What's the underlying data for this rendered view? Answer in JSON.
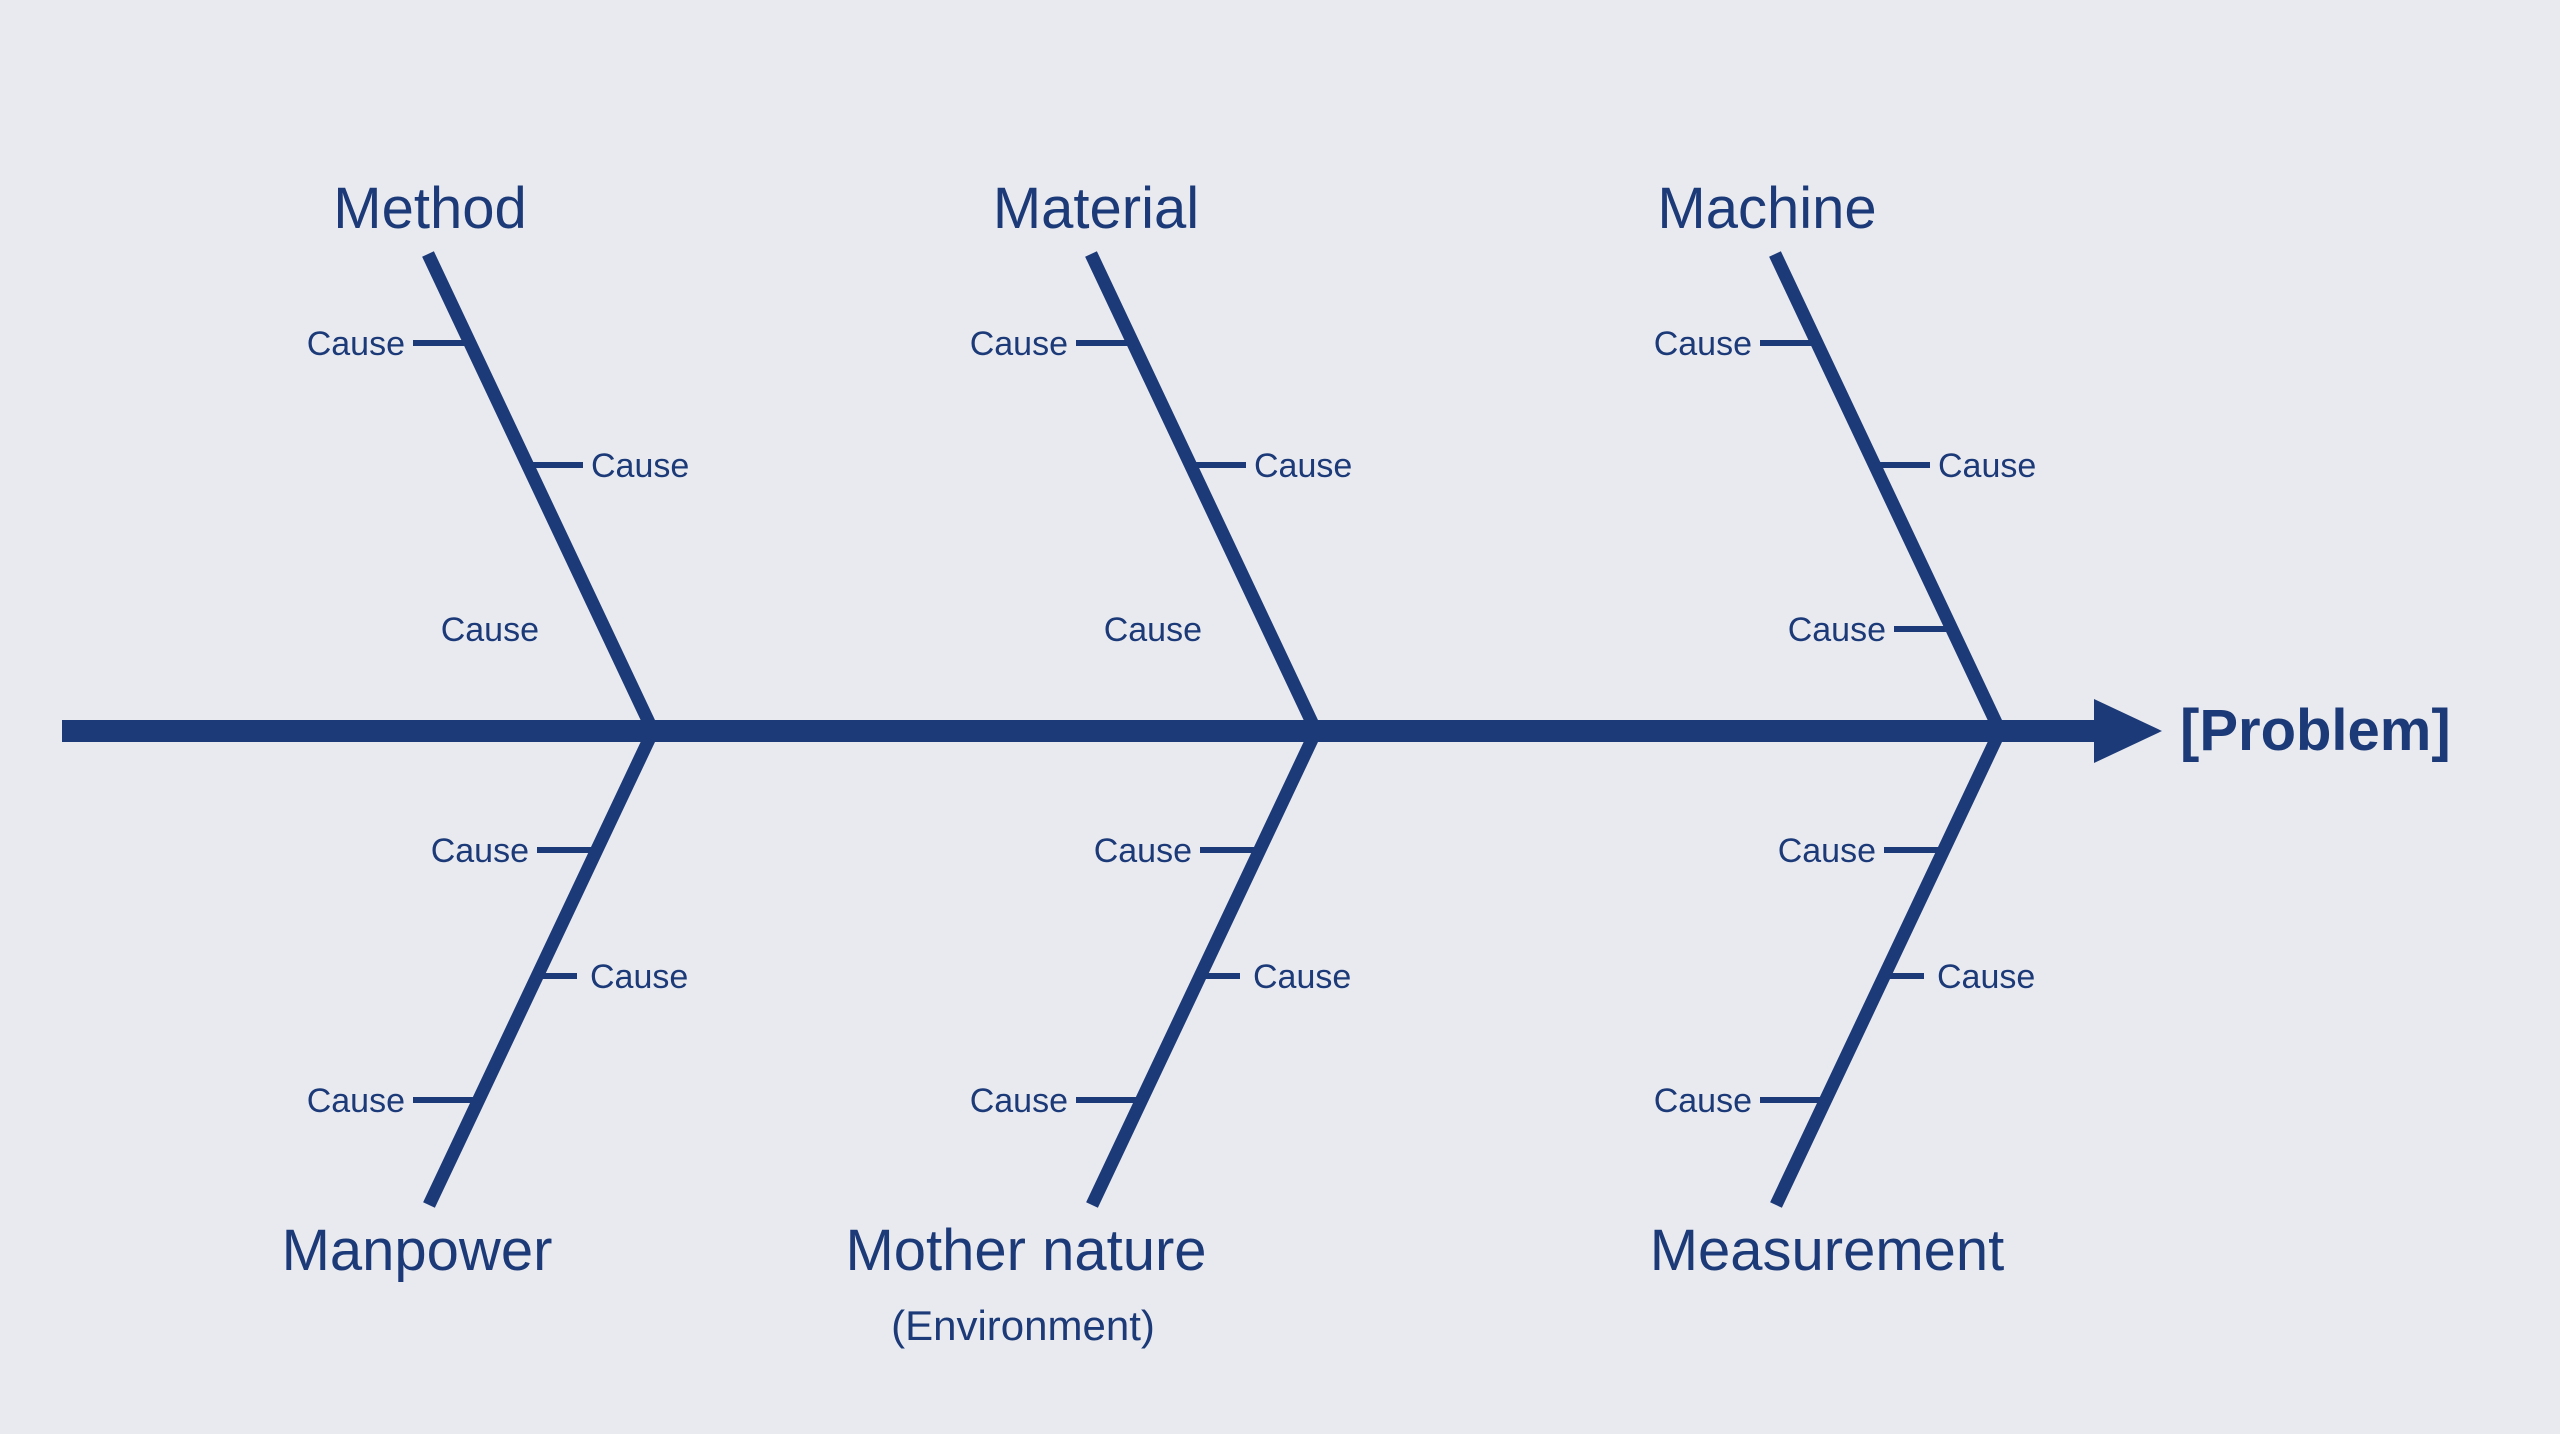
{
  "diagram": {
    "type": "fishbone-ishikawa",
    "problem_label": "[Problem]",
    "colors": {
      "ink": "#1d3a78",
      "background": "#e8eaef"
    },
    "categories": [
      {
        "name": "Method",
        "position": "top",
        "causes": [
          "Cause",
          "Cause",
          "Cause"
        ]
      },
      {
        "name": "Material",
        "position": "top",
        "causes": [
          "Cause",
          "Cause",
          "Cause"
        ]
      },
      {
        "name": "Machine",
        "position": "top",
        "causes": [
          "Cause",
          "Cause",
          "Cause"
        ]
      },
      {
        "name": "Manpower",
        "position": "bottom",
        "causes": [
          "Cause",
          "Cause",
          "Cause"
        ]
      },
      {
        "name": "Mother nature",
        "subtitle": "(Environment)",
        "position": "bottom",
        "causes": [
          "Cause",
          "Cause",
          "Cause"
        ]
      },
      {
        "name": "Measurement",
        "position": "bottom",
        "causes": [
          "Cause",
          "Cause",
          "Cause"
        ]
      }
    ]
  }
}
